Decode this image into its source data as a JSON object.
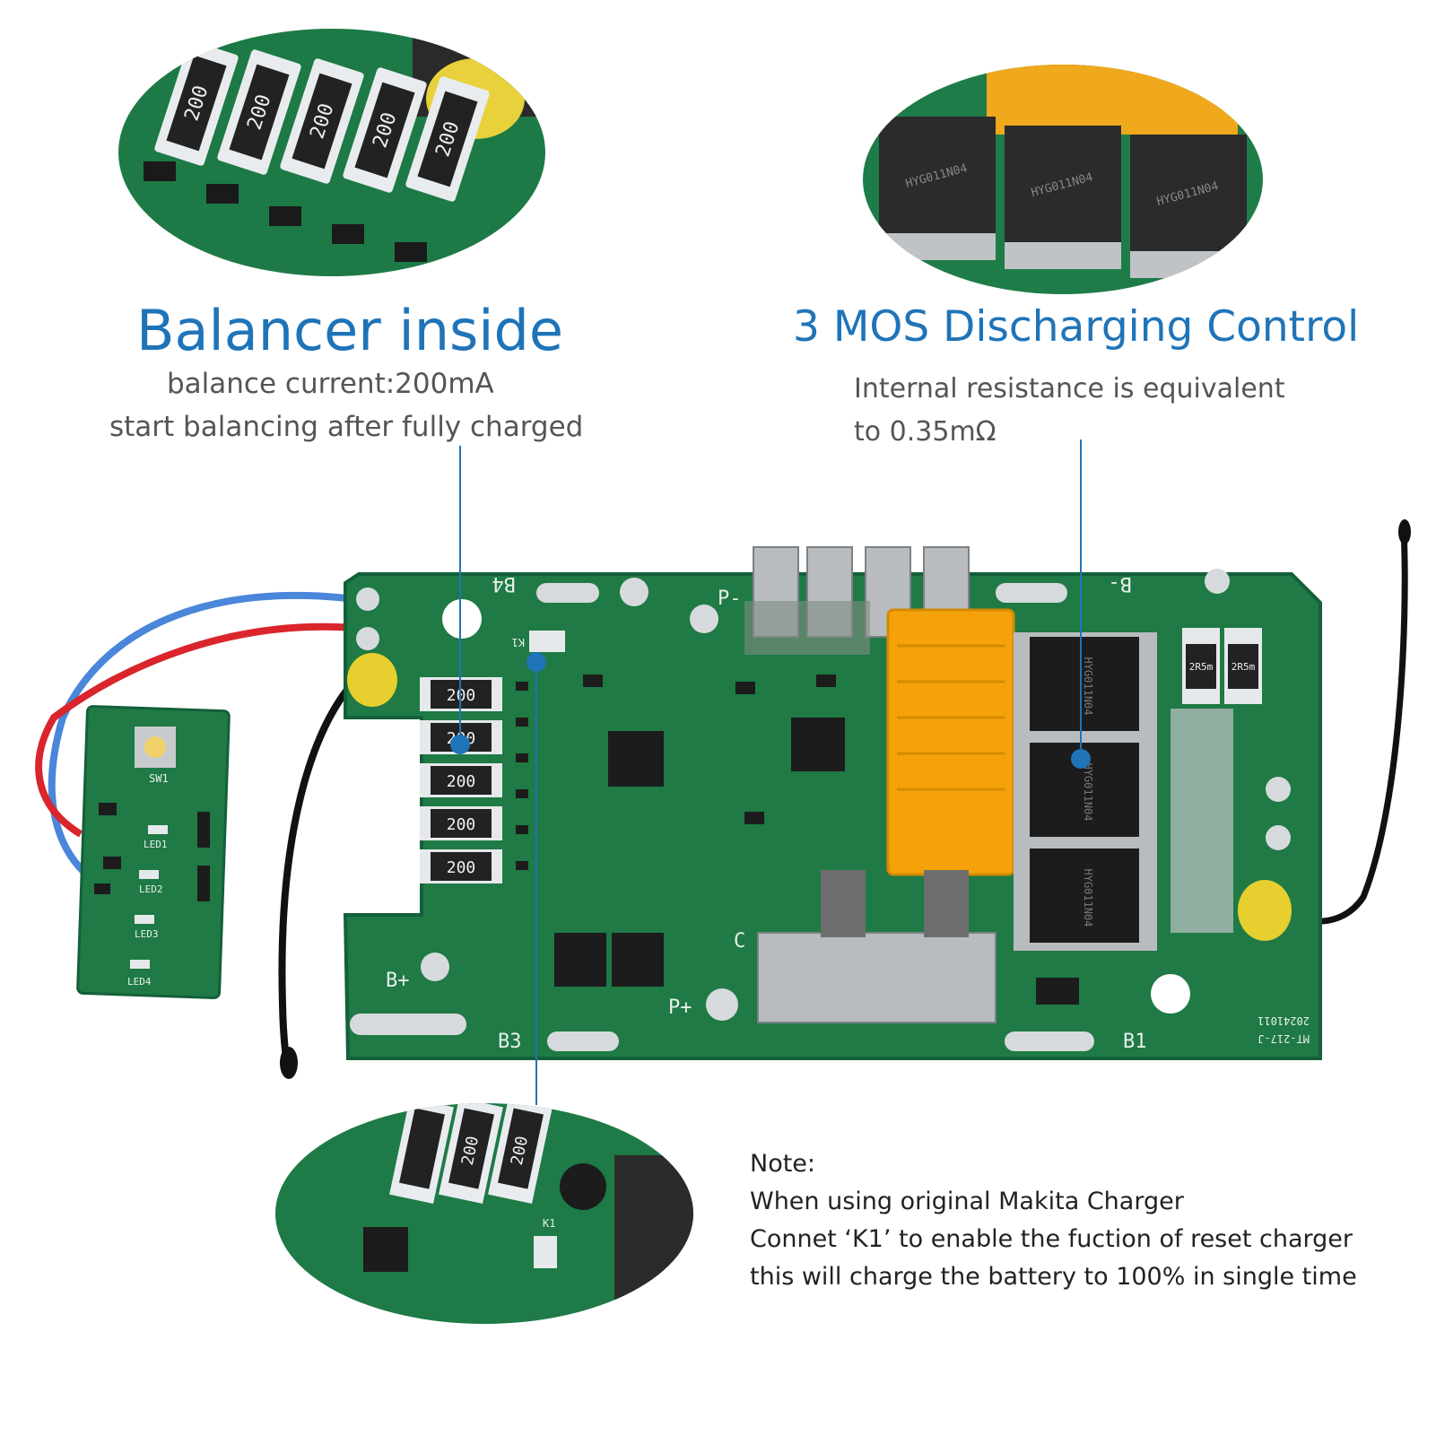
{
  "left_feature": {
    "title": "Balancer inside",
    "line1": "balance current:200mA",
    "line2": "start balancing after fully charged"
  },
  "right_feature": {
    "title": "3 MOS Discharging Control",
    "line1": "Internal resistance is equivalent",
    "line2": "to 0.35mΩ"
  },
  "note": {
    "label": "Note:",
    "line1": "When using original Makita Charger",
    "line2": "Connet ‘K1’ to enable the fuction of reset charger",
    "line3": "this will charge the battery to 100% in single time"
  },
  "board": {
    "resistor_value": "200",
    "shunt_value": "2R5m",
    "mos_part": "HYG011N04",
    "labels": {
      "b4": "B4",
      "b3": "B3",
      "b1": "B1",
      "bminus": "B-",
      "bplus": "B+",
      "pminus": "P-",
      "pplus": "P+",
      "k1": "K1",
      "c": "C",
      "code1": "MT-217-J",
      "code2": "20241011"
    },
    "led_board": {
      "switch": "SW1",
      "leds": [
        "LED1",
        "LED2",
        "LED3",
        "LED4"
      ]
    }
  },
  "colors": {
    "accent": "#1f74b8",
    "pcb": "#1f7a45",
    "pcb_dark": "#14603a",
    "connector": "#f5a20a"
  }
}
